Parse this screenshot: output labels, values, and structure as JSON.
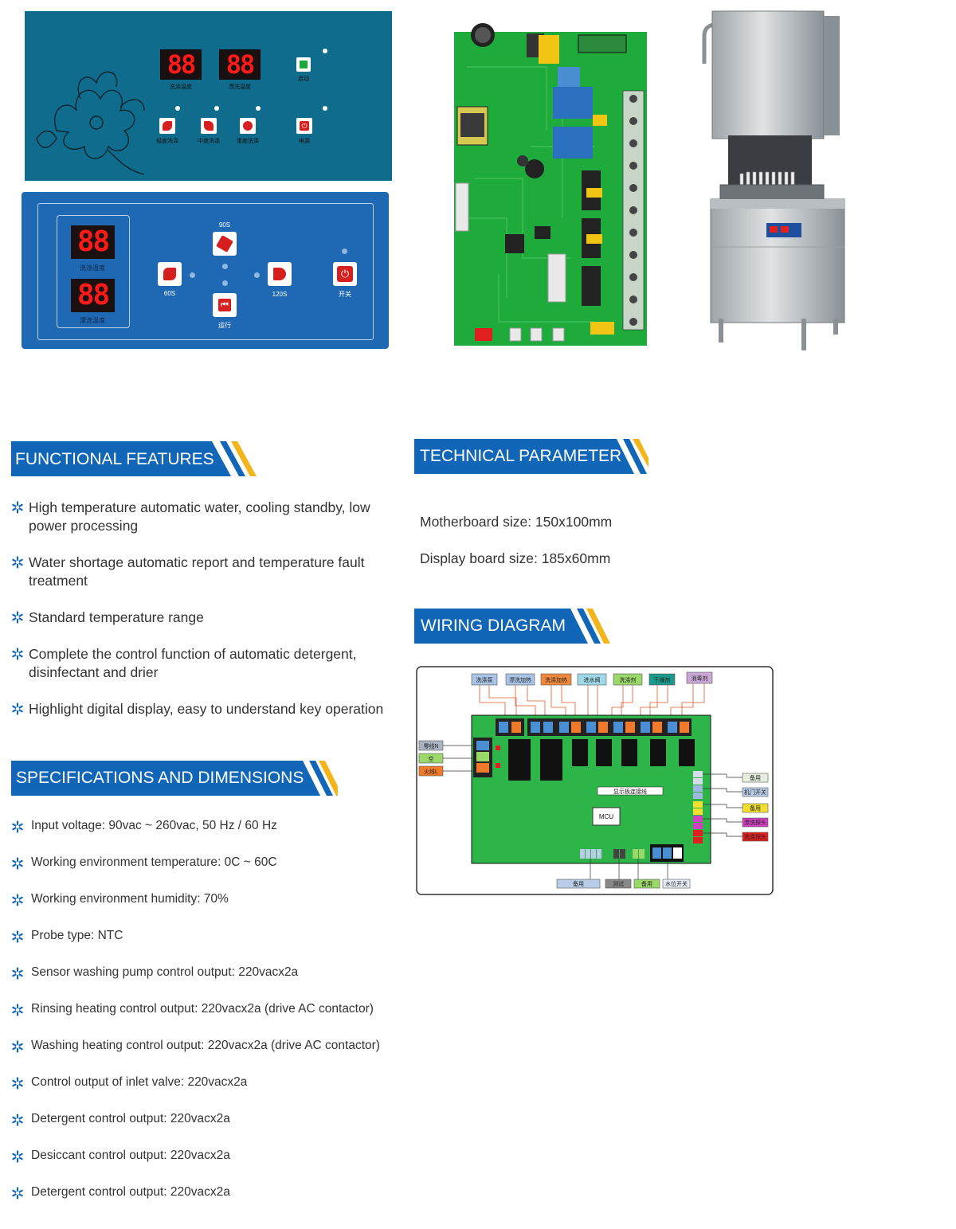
{
  "panel1": {
    "display_labels": [
      "洗涤温度",
      "漂洗温度"
    ],
    "start_label": "启动",
    "mode_labels": [
      "轻度洗涤",
      "中度洗涤",
      "重度洗涤"
    ],
    "power_label": "电源",
    "digits": "88"
  },
  "panel2": {
    "display_labels": [
      "洗涤温度",
      "漂洗温度"
    ],
    "digits": "88",
    "t90": "90S",
    "t60": "60S",
    "t120": "120S",
    "run_label": "运行",
    "power_label": "开关"
  },
  "functional": {
    "title": "FUNCTIONAL FEATURES",
    "items": [
      "High temperature automatic water, cooling standby, low power processing",
      "Water shortage automatic report and temperature fault treatment",
      "Standard temperature range",
      "Complete the control function of automatic detergent, disinfectant and drier",
      "Highlight digital display, easy to understand key operation"
    ]
  },
  "specifications": {
    "title": "SPECIFICATIONS AND DIMENSIONS",
    "items": [
      "Input voltage: 90vac ~ 260vac, 50 Hz / 60 Hz",
      "Working environment temperature: 0C ~ 60C",
      "Working environment humidity: 70%",
      "Probe type: NTC",
      "Sensor washing pump control output: 220vacx2a",
      "Rinsing heating control output: 220vacx2a (drive AC contactor)",
      "Washing heating control output: 220vacx2a (drive AC contactor)",
      "Control output of inlet valve: 220vacx2a",
      "Detergent control output: 220vacx2a",
      "Desiccant control output: 220vacx2a",
      "Detergent control output: 220vacx2a"
    ]
  },
  "technical": {
    "title": "TECHNICAL PARAMETER",
    "items": [
      "Motherboard size: 150x100mm",
      "Display board size: 185x60mm"
    ]
  },
  "wiring": {
    "title": "WIRING DIAGRAM",
    "top_labels": [
      "洗涤泵",
      "漂洗加热",
      "洗涤加热",
      "进水阀",
      "洗涤剂",
      "干燥剂",
      "消毒剂"
    ],
    "left_labels": [
      "零线N",
      "空",
      "火线L"
    ],
    "right_labels": [
      "备用",
      "机门开关",
      "备用",
      "漂洗探头",
      "洗涤探头"
    ],
    "bottom_labels": [
      "备用",
      "测试",
      "备用",
      "水位开关"
    ],
    "board_label": "显示板连接线",
    "mcu_label": "MCU"
  },
  "colors": {
    "banner_blue": "#1166b8",
    "panel_teal": "#0f6c8c",
    "panel_blue": "#1f68b4",
    "pcb_green": "#1faa3c",
    "accent_yellow": "#f2b51c"
  }
}
